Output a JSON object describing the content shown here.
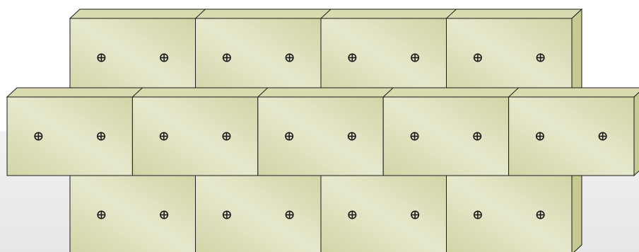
{
  "colors": {
    "face": "#dedfb8",
    "face_light": "#e6e8cc",
    "face_dark": "#d2d4a6",
    "side": "#c6c990",
    "top": "#d9dbae",
    "stroke": "#1a1a1a"
  },
  "icon": "screw-anchor-icon",
  "rows": [
    {
      "name": "top",
      "panels": 4,
      "anchors_per_panel": 2
    },
    {
      "name": "middle",
      "panels": 5,
      "anchors_per_panel": 2
    },
    {
      "name": "bottom",
      "panels": 4,
      "anchors_per_panel": 2
    }
  ]
}
